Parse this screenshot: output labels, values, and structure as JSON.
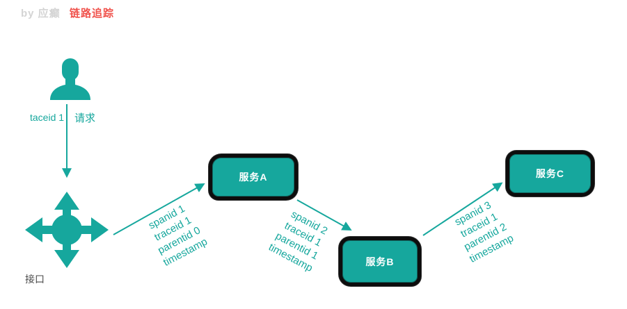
{
  "header": {
    "byline": "by 应癫",
    "title": "链路追踪"
  },
  "colors": {
    "teal": "#16a79d",
    "red": "#f0524c",
    "light_gray": "#d4d4d4",
    "dark_text": "#4a4a4a",
    "box_border": "#0d0d0d",
    "box_text": "#ffffff"
  },
  "user_node": {
    "icon": "user-icon",
    "trace_label": "taceid 1",
    "request_label": "请求"
  },
  "interface_node": {
    "icon": "move-arrows-icon",
    "label": "接口"
  },
  "services": [
    {
      "name": "服务A"
    },
    {
      "name": "服务B"
    },
    {
      "name": "服务C"
    }
  ],
  "span_labels": [
    {
      "lines": [
        "spanid 1",
        "traceid 1",
        "parentid 0",
        "timestamp"
      ]
    },
    {
      "lines": [
        "spanid 2",
        "traceid 1",
        "parentid 1",
        "timestamp"
      ]
    },
    {
      "lines": [
        "spanid 3",
        "traceid 1",
        "parentid 2",
        "timestamp"
      ]
    }
  ]
}
